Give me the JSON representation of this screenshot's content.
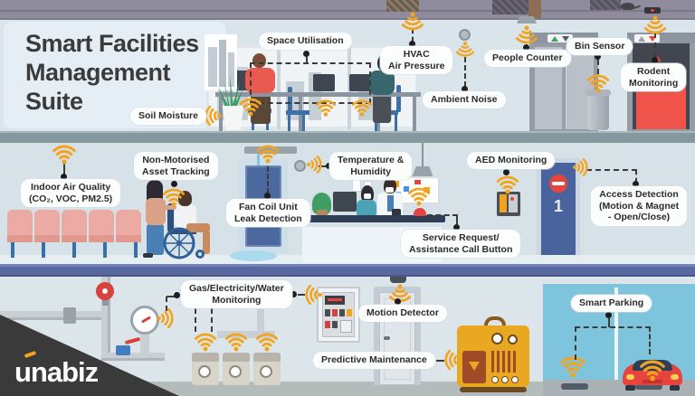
{
  "title": "Smart Facilities\nManagement\nSuite",
  "brand": {
    "logo_text": "unabiz"
  },
  "door_number": "1",
  "labels": {
    "space_utilisation": "Space Utilisation",
    "hvac": "HVAC\nAir Pressure",
    "ambient_noise": "Ambient Noise",
    "people_counter": "People Counter",
    "bin_sensor": "Bin Sensor",
    "rodent_monitoring": "Rodent\nMonitoring",
    "soil_moisture": "Soil Moisture",
    "indoor_air_quality": "Indoor Air Quality\n(CO₂, VOC, PM2.5)",
    "non_motorised": "Non-Motorised\nAsset Tracking",
    "fan_coil": "Fan Coil Unit\nLeak Detection",
    "temp_humidity": "Temperature &\nHumidity",
    "aed_monitoring": "AED Monitoring",
    "service_request": "Service Request/\nAssistance Call Button",
    "access_detection": "Access Detection\n(Motion & Magnet\n- Open/Close)",
    "gas_monitoring": "Gas/Electricity/Water\nMonitoring",
    "motion_detector": "Motion Detector",
    "predictive_maintenance": "Predictive Maintenance",
    "smart_parking": "Smart Parking"
  },
  "icons": {
    "wifi_signal": "orange radio signal arcs",
    "no_entry": "red circle with white bar",
    "elevator_up": "▲",
    "elevator_down": "▼"
  },
  "colors": {
    "accent_orange": "#F2A41F",
    "alert_red": "#E8443F",
    "machine_yellow": "#E9A821",
    "parking_blue": "#7EC4DC",
    "divider_blue": "#5A68A2",
    "divider_teal": "#84989F",
    "ceiling_grey": "#8F8C9E",
    "label_text": "#2B2B2B",
    "logo_background": "#3A3A3A"
  }
}
